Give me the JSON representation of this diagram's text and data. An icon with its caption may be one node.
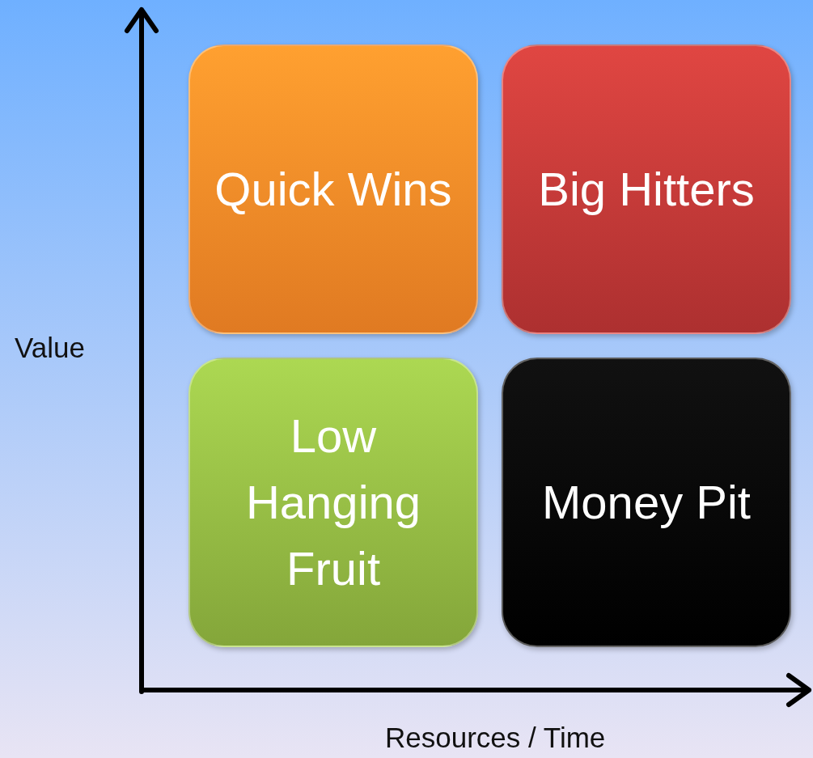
{
  "diagram": {
    "nodes": [
      {
        "text": [
          "Quick Wins"
        ]
      },
      {
        "text": [
          "Big Hitters"
        ]
      },
      {
        "text": [
          "Low Hanging Fruit"
        ]
      },
      {
        "text": [
          "Money Pit"
        ]
      }
    ],
    "labels": [
      "Value",
      "Resources / Time"
    ]
  }
}
